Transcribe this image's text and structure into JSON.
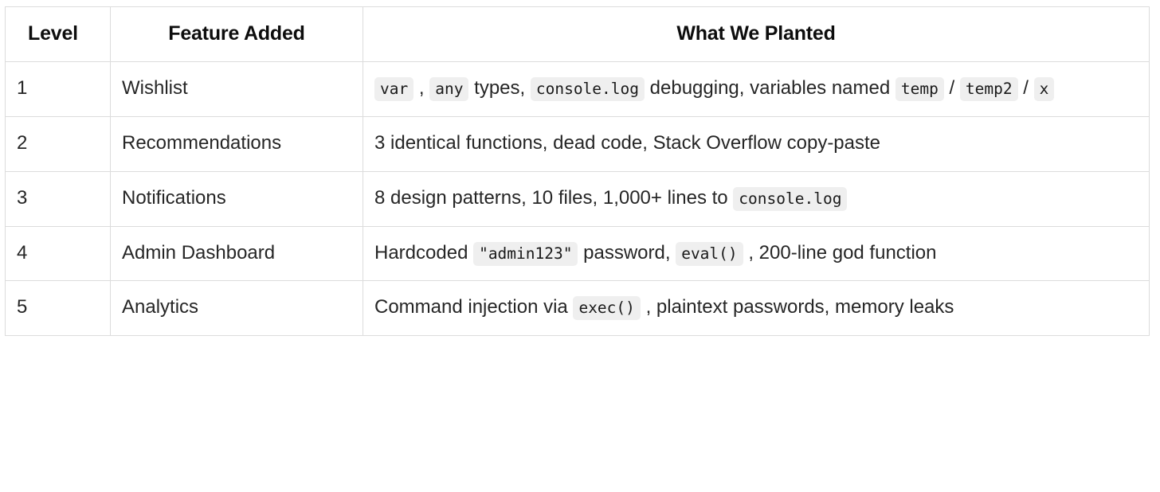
{
  "table": {
    "headers": [
      {
        "key": "level",
        "label": "Level",
        "align": "left"
      },
      {
        "key": "feature",
        "label": "Feature Added",
        "align": "center"
      },
      {
        "key": "what",
        "label": "What We Planted",
        "align": "center"
      }
    ],
    "rows": [
      {
        "level": "1",
        "feature": "Wishlist",
        "what_plain": "var , any types, console.log debugging, variables named temp / temp2 / x",
        "what_parts": [
          {
            "type": "code",
            "text": "var"
          },
          {
            "type": "text",
            "text": " , "
          },
          {
            "type": "code",
            "text": "any"
          },
          {
            "type": "text",
            "text": " types, "
          },
          {
            "type": "code",
            "text": "console.log"
          },
          {
            "type": "text",
            "text": " debugging, variables named "
          },
          {
            "type": "code",
            "text": "temp"
          },
          {
            "type": "text",
            "text": " / "
          },
          {
            "type": "code",
            "text": "temp2"
          },
          {
            "type": "text",
            "text": " / "
          },
          {
            "type": "code",
            "text": "x"
          }
        ]
      },
      {
        "level": "2",
        "feature": "Recommendations",
        "what_plain": "3 identical functions, dead code, Stack Overflow copy-paste",
        "what_parts": [
          {
            "type": "text",
            "text": "3 identical functions, dead code, Stack Overflow copy-paste"
          }
        ]
      },
      {
        "level": "3",
        "feature": "Notifications",
        "what_plain": "8 design patterns, 10 files, 1,000+ lines to console.log",
        "what_parts": [
          {
            "type": "text",
            "text": "8 design patterns, 10 files, 1,000+ lines to "
          },
          {
            "type": "code",
            "text": "console.log"
          }
        ]
      },
      {
        "level": "4",
        "feature": "Admin Dashboard",
        "what_plain": "Hardcoded \"admin123\" password, eval() , 200-line god function",
        "what_parts": [
          {
            "type": "text",
            "text": "Hardcoded "
          },
          {
            "type": "code",
            "text": "\"admin123\""
          },
          {
            "type": "text",
            "text": " password, "
          },
          {
            "type": "code",
            "text": "eval()"
          },
          {
            "type": "text",
            "text": " , 200-line god function"
          }
        ]
      },
      {
        "level": "5",
        "feature": "Analytics",
        "what_plain": "Command injection via exec() , plaintext passwords, memory leaks",
        "what_parts": [
          {
            "type": "text",
            "text": "Command injection via "
          },
          {
            "type": "code",
            "text": "exec()"
          },
          {
            "type": "text",
            "text": " , plaintext passwords, memory leaks"
          }
        ]
      }
    ]
  },
  "colors": {
    "border": "#dcdcdc",
    "code_background": "#efefef",
    "text": "#262626",
    "heading": "#0d0d0d",
    "page_background": "#ffffff"
  }
}
